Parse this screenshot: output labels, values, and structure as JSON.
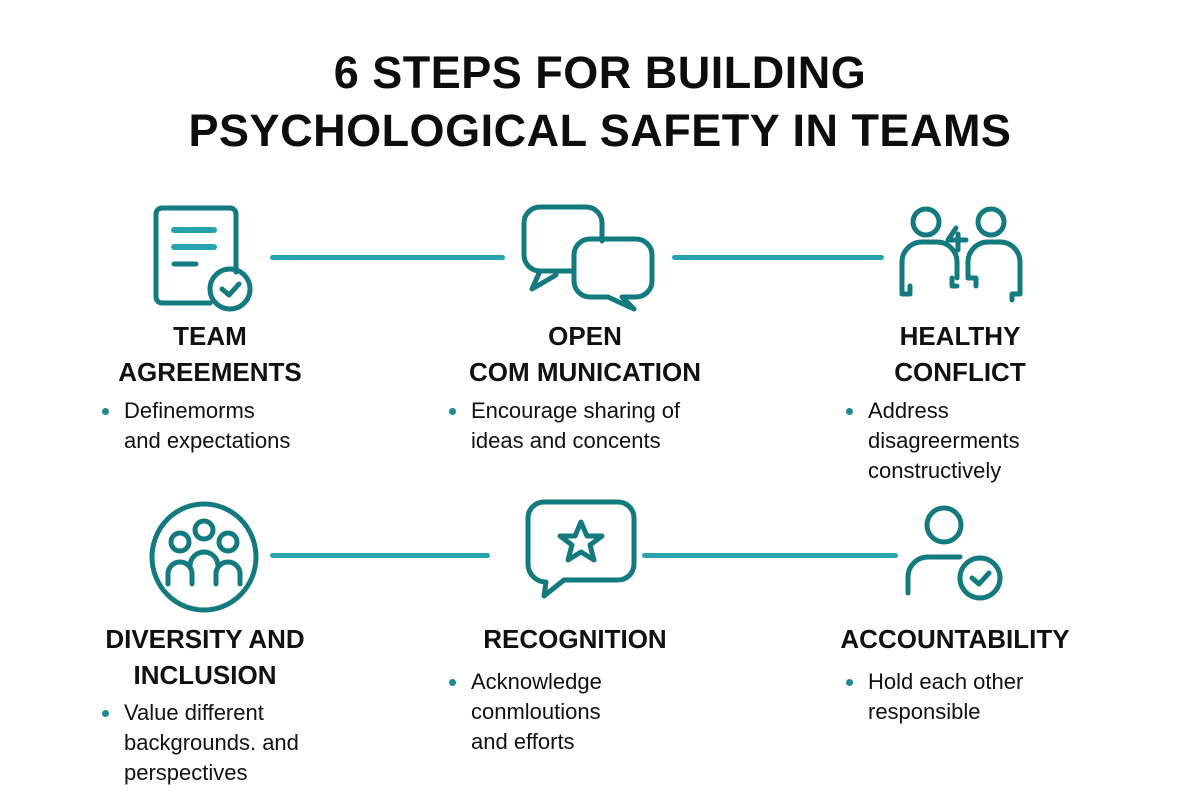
{
  "title": {
    "line1": "6 STEPS FOR BUILDING",
    "line2": "PSYCHOLOGICAL SAFETY IN TEAMS"
  },
  "colors": {
    "icon": "#137a80",
    "connector": "#2aa3b0",
    "bullet": "#1d8a93",
    "text": "#111111"
  },
  "steps": [
    {
      "icon": "document-check-icon",
      "title_lines": [
        "TEAM",
        "AGREEMENTS"
      ],
      "desc_lines": [
        "Definemorms",
        "and expectations"
      ]
    },
    {
      "icon": "chat-bubbles-icon",
      "title_lines": [
        "OPEN",
        "COM MUNICATION"
      ],
      "desc_lines": [
        "Encourage sharing of",
        "ideas and concents"
      ]
    },
    {
      "icon": "people-conflict-icon",
      "title_lines": [
        "HEALTHY",
        "CONFLICT"
      ],
      "desc_lines": [
        "Address",
        "disagreerments",
        "constructively"
      ]
    },
    {
      "icon": "group-circle-icon",
      "title_lines": [
        "DIVERSITY AND",
        "INCLUSION"
      ],
      "desc_lines": [
        "Value different",
        "backgrounds. and",
        "perspectives"
      ]
    },
    {
      "icon": "star-speech-bubble-icon",
      "title_lines": [
        "RECOGNITION"
      ],
      "desc_lines": [
        "Acknowledge",
        "conmloutions",
        "and efforts"
      ]
    },
    {
      "icon": "person-check-icon",
      "title_lines": [
        "ACCOUNTABILITY"
      ],
      "desc_lines": [
        "Hold each other",
        "responsible"
      ]
    }
  ]
}
